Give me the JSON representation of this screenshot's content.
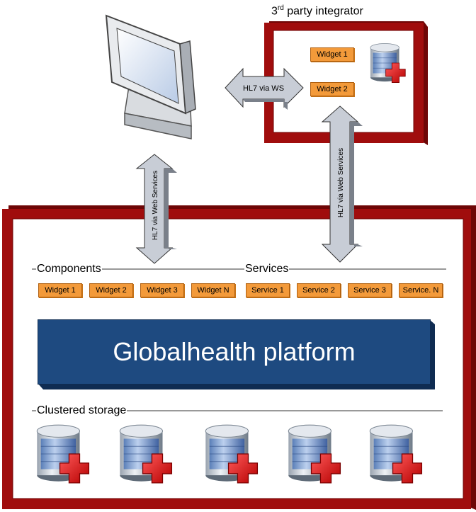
{
  "integrator": {
    "title_prefix": "3",
    "title_sup": "rd",
    "title_suffix": " party integrator",
    "widgets": [
      "Widget 1",
      "Widget 2"
    ]
  },
  "arrows": {
    "ws_label": "HL7 via WS",
    "left_vertical": "HL7 via Web Services",
    "right_vertical": "HL7 via Web Services"
  },
  "platform": {
    "components_label": "Components",
    "services_label": "Services",
    "components": [
      "Widget 1",
      "Widget 2",
      "Widget 3",
      "Widget N"
    ],
    "services": [
      "Service 1",
      "Service 2",
      "Service 3",
      "Service. N"
    ],
    "name": "Globalhealth platform",
    "storage_label": "Clustered storage"
  },
  "colors": {
    "frame_red": "#a00d0d",
    "frame_dark": "#6e0606",
    "box_orange": "#f39a3a",
    "platform_blue": "#1e4a80",
    "arrow_gray": "#c8cdd6"
  },
  "icons": {
    "monitor": "monitor-icon",
    "database": "database-plus-icon"
  }
}
